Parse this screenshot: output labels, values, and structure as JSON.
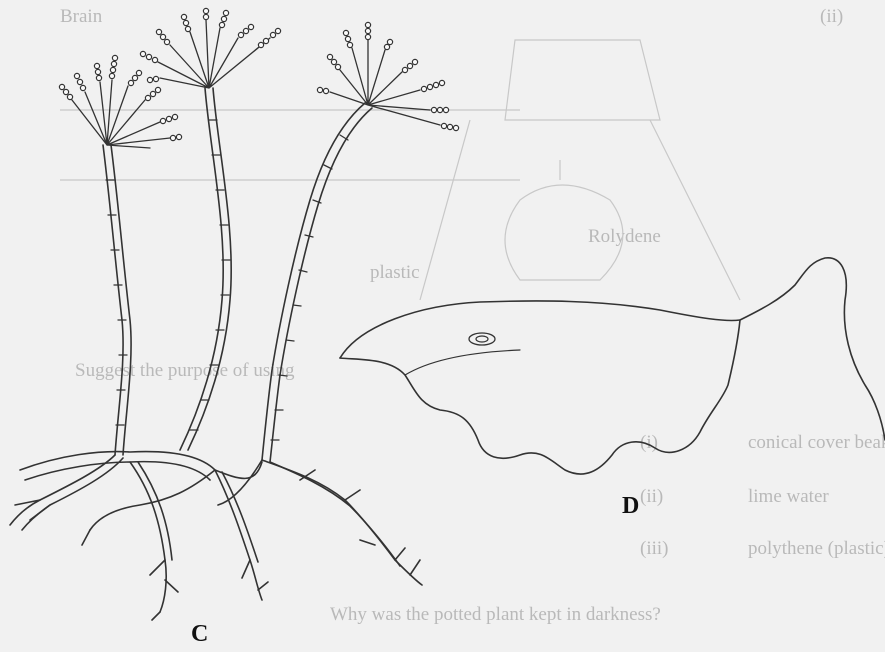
{
  "labels": {
    "mould": "C",
    "leaf": "D"
  },
  "background_text": {
    "line1": "Brain",
    "line2": "(ii)",
    "line3": "Rolydene",
    "line4": "plastic",
    "line5": "Suggest the purpose of using",
    "item1_num": "(i)",
    "item1_text": "conical cover beaker",
    "item2_num": "(ii)",
    "item2_text": "lime water",
    "item3_num": "(iii)",
    "item3_text": "polythene (plastic) bag",
    "question": "Why was the potted plant kept in darkness?"
  },
  "colors": {
    "ink": "#333333",
    "ghost_text": "#b9b9b9",
    "paper": "#f1f1f1"
  }
}
